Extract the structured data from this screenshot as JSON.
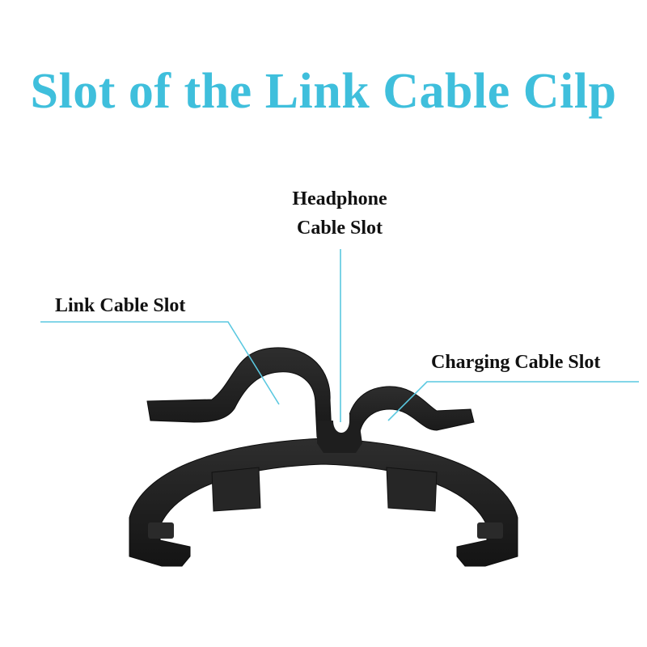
{
  "title": "Slot of the Link Cable Cilp",
  "labels": {
    "headphone_line1": "Headphone",
    "headphone_line2": "Cable Slot",
    "link": "Link Cable Slot",
    "charging": "Charging Cable Slot"
  },
  "colors": {
    "title": "#3fbfdc",
    "leader_line": "#5ac8e0",
    "clip_body": "#1c1c1c"
  }
}
